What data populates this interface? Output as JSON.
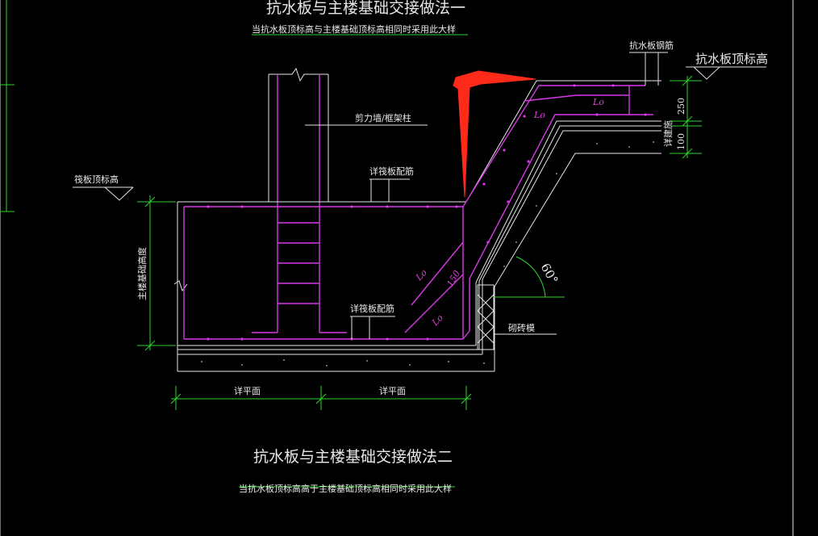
{
  "title_top": "抗水板与主楼基础交接做法一",
  "subtitle_top": "当抗水板顶标高与主楼基础顶标高相同时采用此大样",
  "labels": {
    "column": "剪力墙/框架柱",
    "raft_top": "筏板顶标高",
    "raft_reinf_top": "详筏板配筋",
    "raft_reinf_bottom": "详筏板配筋",
    "foundation_height": "主楼基础高度",
    "slab_reinf": "抗水板钢筋",
    "slab_top": "抗水板顶标高",
    "slab_thickness": "详建施",
    "brick_mold": "砌砖模",
    "anchor_lo_1": "Lo",
    "anchor_lo_2": "Lo",
    "anchor_lo_3": "Lo",
    "anchor_lo_4": "Lo",
    "dim_150": "150",
    "dim_250": "250",
    "dim_100": "100",
    "angle": "60°",
    "plan_left": "详平面",
    "plan_right": "详平面"
  },
  "title_bottom": "抗水板与主楼基础交接做法二",
  "subtitle_bottom": "当抗水板顶标高高于主楼基础顶标高相同时采用此大样",
  "colors": {
    "background": "#000000",
    "dimension": "#2fd52f",
    "structure": "#e6e6e6",
    "rebar": "#d838e6",
    "annotation_arrow": "#ff2a1a"
  }
}
